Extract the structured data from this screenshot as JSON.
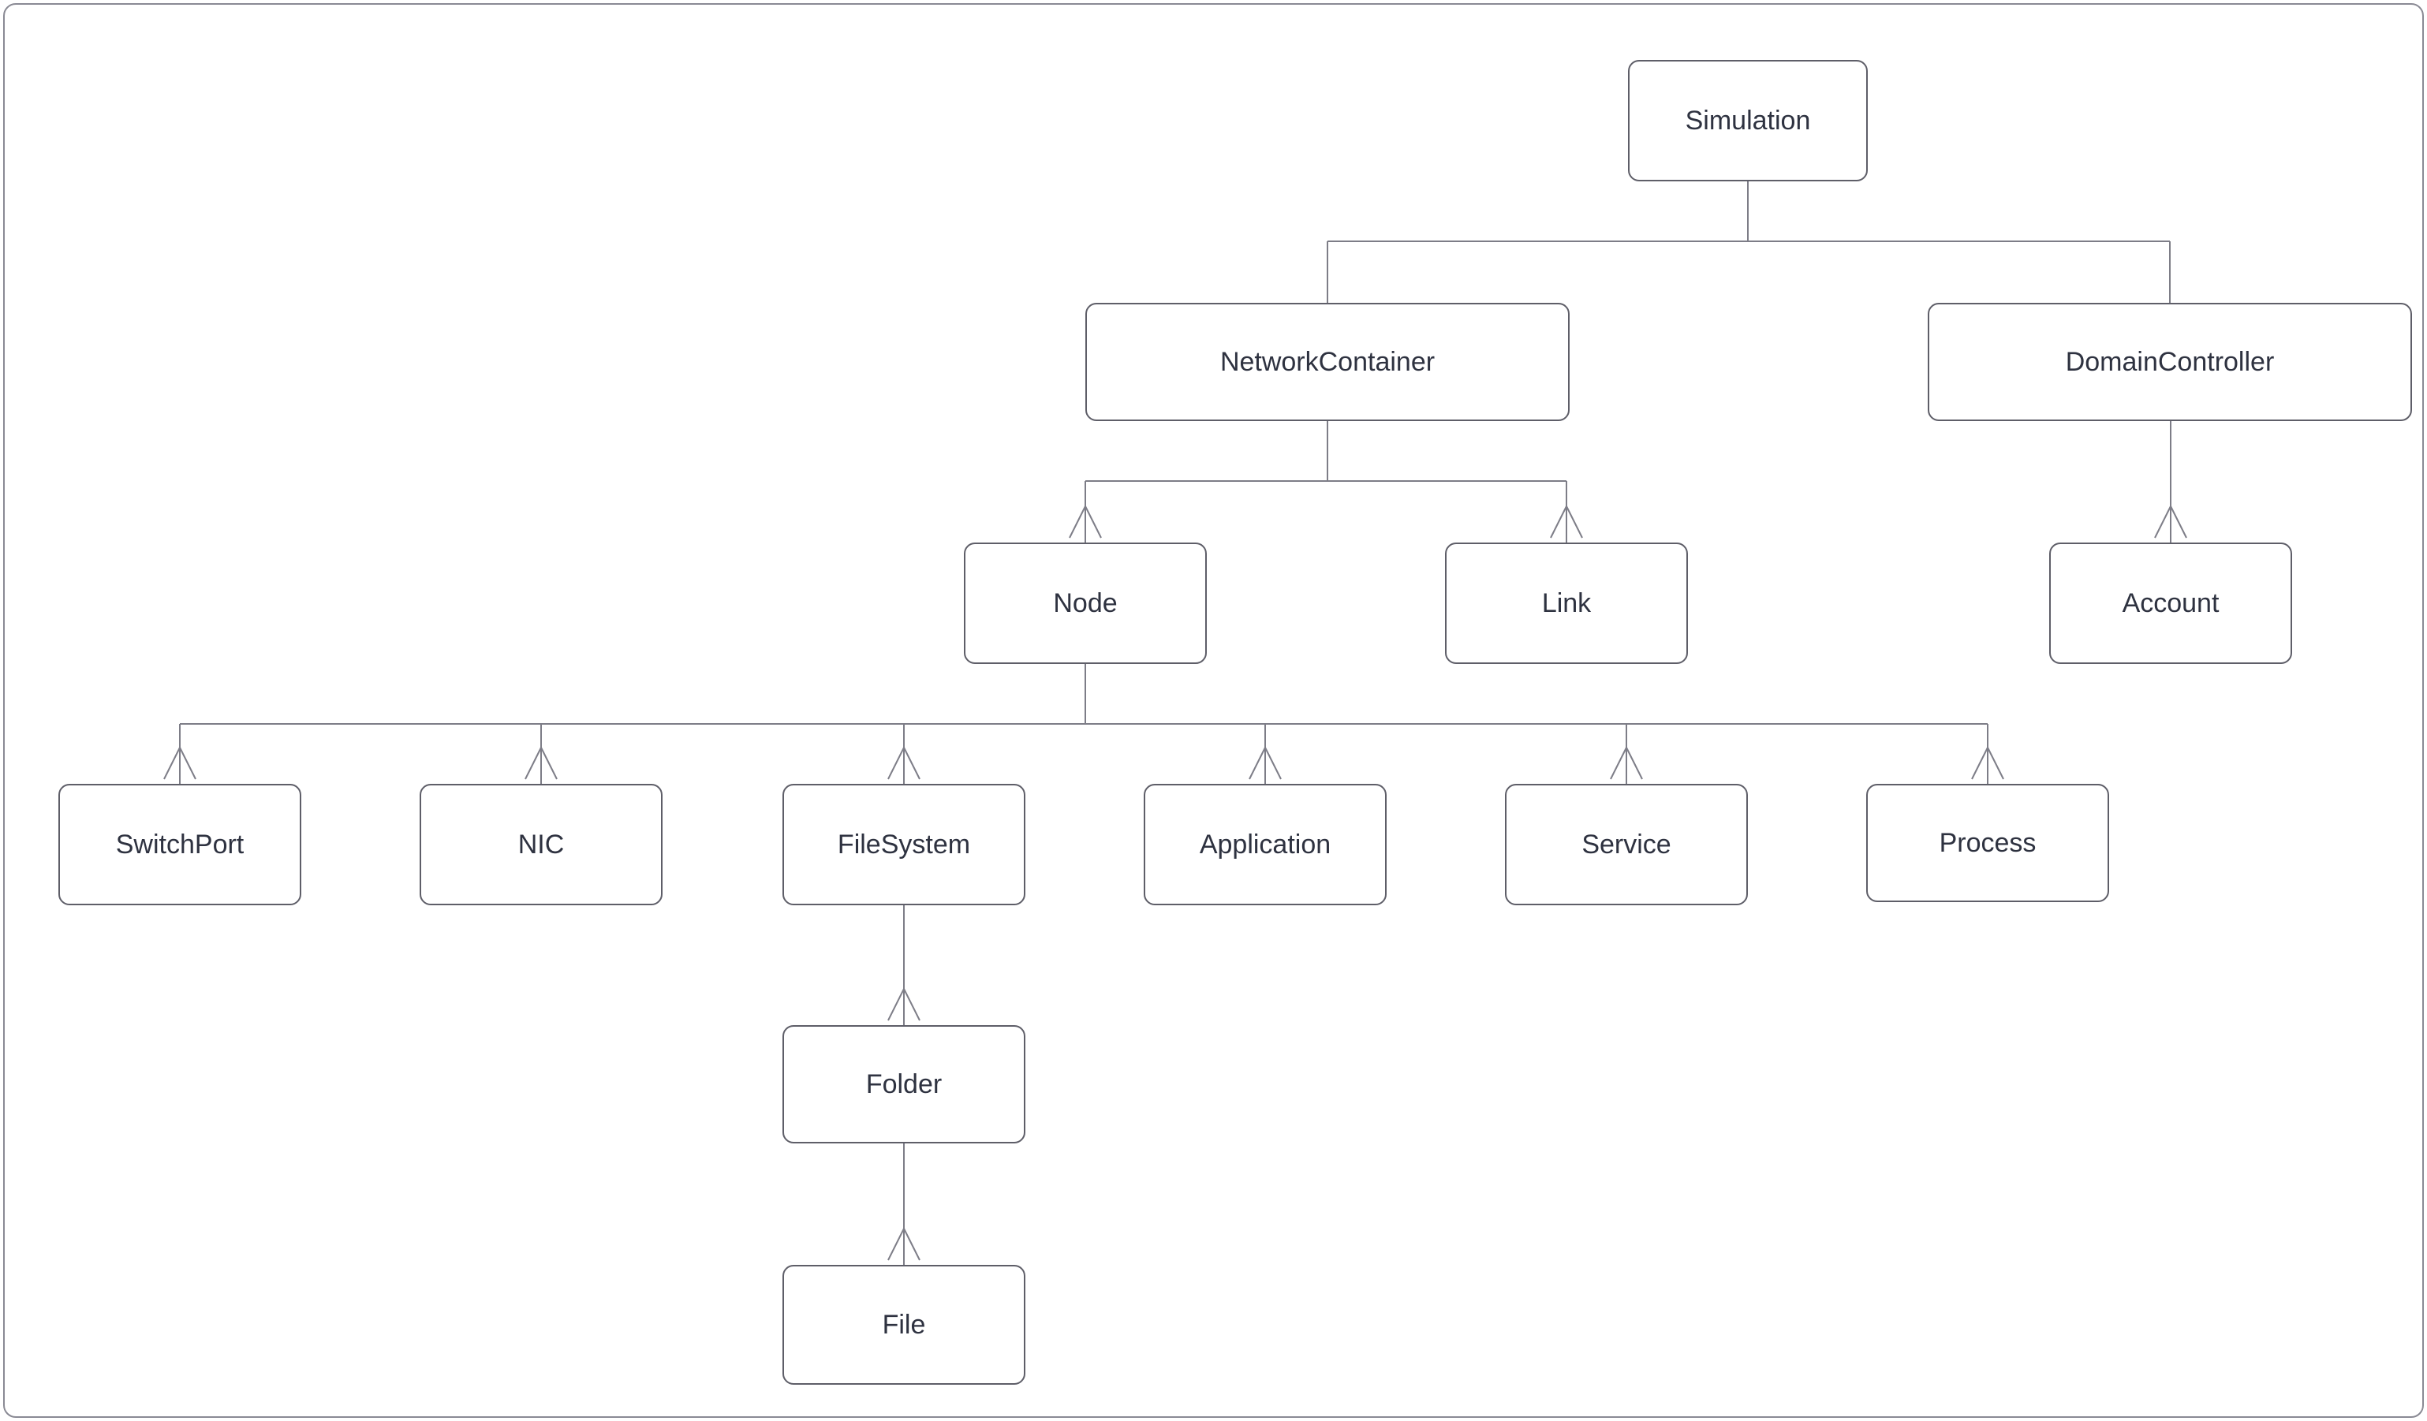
{
  "diagram": {
    "kind": "class-hierarchy-tree",
    "stroke_color": "#7d7d87",
    "box_border_color": "#5e5e68",
    "text_color": "#2e3240",
    "background_color": "#ffffff",
    "nodes": {
      "simulation": {
        "label": "Simulation"
      },
      "networkcontainer": {
        "label": "NetworkContainer"
      },
      "domaincontroller": {
        "label": "DomainController"
      },
      "node": {
        "label": "Node"
      },
      "link": {
        "label": "Link"
      },
      "account": {
        "label": "Account"
      },
      "switchport": {
        "label": "SwitchPort"
      },
      "nic": {
        "label": "NIC"
      },
      "filesystem": {
        "label": "FileSystem"
      },
      "application": {
        "label": "Application"
      },
      "service": {
        "label": "Service"
      },
      "process": {
        "label": "Process"
      },
      "folder": {
        "label": "Folder"
      },
      "file": {
        "label": "File"
      }
    },
    "edges": [
      {
        "from": "Simulation",
        "to": "NetworkContainer"
      },
      {
        "from": "Simulation",
        "to": "DomainController"
      },
      {
        "from": "NetworkContainer",
        "to": "Node"
      },
      {
        "from": "NetworkContainer",
        "to": "Link"
      },
      {
        "from": "DomainController",
        "to": "Account"
      },
      {
        "from": "Node",
        "to": "SwitchPort"
      },
      {
        "from": "Node",
        "to": "NIC"
      },
      {
        "from": "Node",
        "to": "FileSystem"
      },
      {
        "from": "Node",
        "to": "Application"
      },
      {
        "from": "Node",
        "to": "Service"
      },
      {
        "from": "Node",
        "to": "Process"
      },
      {
        "from": "FileSystem",
        "to": "Folder"
      },
      {
        "from": "Folder",
        "to": "File"
      }
    ]
  }
}
